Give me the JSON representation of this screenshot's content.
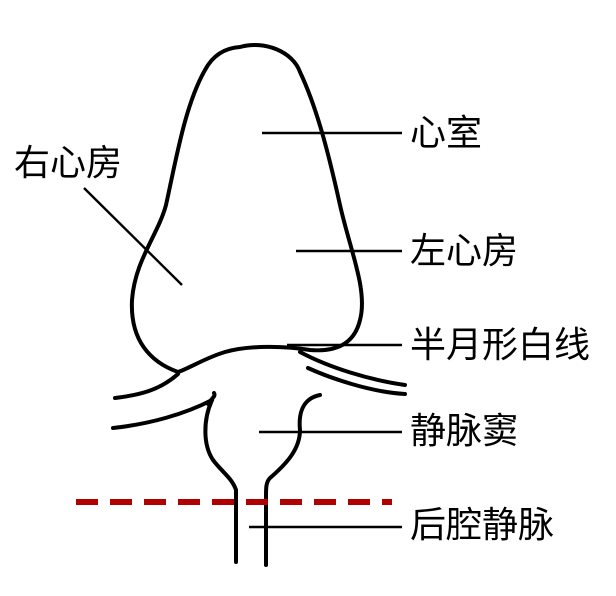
{
  "labels": {
    "right_atrium": "右心房",
    "ventricle": "心室",
    "left_atrium": "左心房",
    "semilunar_line": "半月形白线",
    "sinus_venosus": "静脉窦",
    "posterior_vena_cava": "后腔静脉"
  },
  "colors": {
    "outline": "#000000",
    "section_line": "#b00000"
  }
}
